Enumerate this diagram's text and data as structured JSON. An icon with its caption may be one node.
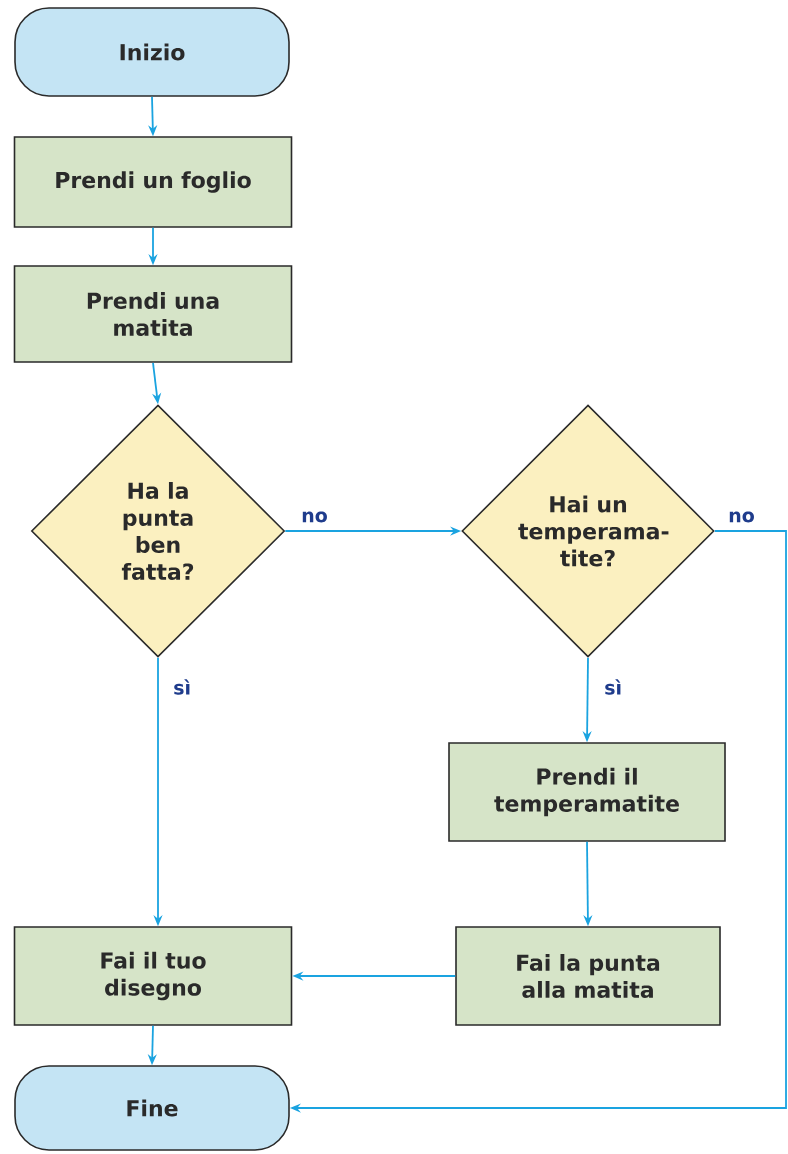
{
  "diagram": {
    "nodes": [
      {
        "text": [
          "Inizio"
        ]
      },
      {
        "text": [
          "Prendi un foglio"
        ]
      },
      {
        "text": [
          "Prendi una matita"
        ]
      },
      {
        "text": [
          "Ha la punta ben fatta?"
        ]
      },
      {
        "text": [
          "Hai un temperama-tite?"
        ]
      },
      {
        "text": [
          "Prendi il temperamatite"
        ]
      },
      {
        "text": [
          "Fai la punta alla matita"
        ]
      },
      {
        "text": [
          "Fai il tuo disegno"
        ]
      },
      {
        "text": [
          "Fine"
        ]
      }
    ],
    "edges": [
      {
        "from": 0,
        "to": 1,
        "arrow": "to"
      },
      {
        "from": 1,
        "to": 2,
        "arrow": "to"
      },
      {
        "from": 2,
        "to": 3,
        "arrow": "to"
      },
      {
        "from": 3,
        "to": 4,
        "arrow": "to",
        "label": "no"
      },
      {
        "from": 3,
        "to": 7,
        "arrow": "to",
        "label": "sì"
      },
      {
        "from": 4,
        "to": 5,
        "arrow": "to",
        "label": "sì"
      },
      {
        "from": 5,
        "to": 6,
        "arrow": "to"
      },
      {
        "from": 6,
        "to": 7,
        "arrow": "to"
      },
      {
        "from": 4,
        "to": 8,
        "arrow": "to",
        "label": "no"
      },
      {
        "from": 7,
        "to": 8,
        "arrow": "to"
      }
    ]
  }
}
